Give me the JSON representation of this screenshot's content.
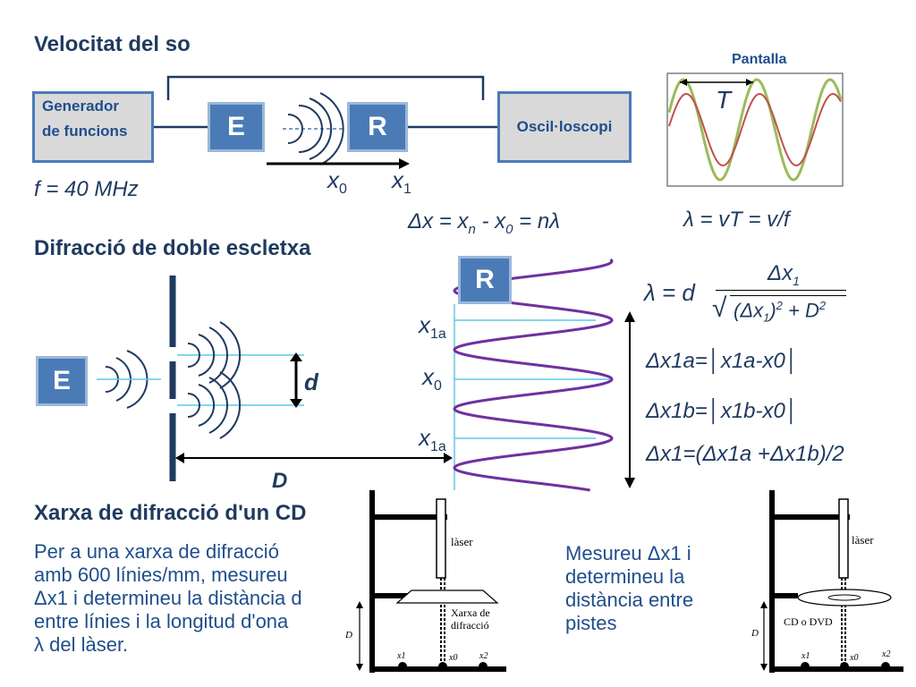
{
  "velocitat": {
    "title": "Velocitat del so",
    "generator_line1": "Generador",
    "generator_line2": "de funcions",
    "emitter": "E",
    "receiver": "R",
    "oscilloscope": "Oscil·loscopi",
    "frequency": "f = 40 MHz",
    "x0": "x",
    "x0_sub": "0",
    "x1": "x",
    "x1_sub": "1",
    "screen_label": "Pantalla",
    "period_label": "T",
    "wavelength_eq": "λ = vT = v/f",
    "delta_eq": "Δx = x",
    "delta_eq_n": "n",
    "delta_eq_rest": " - x",
    "delta_eq_0": "0",
    "delta_eq_end": " = nλ"
  },
  "difraccio": {
    "title": "Difracció de doble escletxa",
    "emitter": "E",
    "receiver": "R",
    "d_label": "d",
    "D_label": "D",
    "x1a_top": "x",
    "x1a_top_sub": "1a",
    "x0": "x",
    "x0_sub": "0",
    "x1a_bottom": "x",
    "x1a_bottom_sub": "1a",
    "formula_lambda": "λ = d",
    "formula_num": "Δx",
    "formula_num_sub": "1",
    "formula_den": "(Δx",
    "formula_den_sub": "1",
    "formula_den_rest": ")",
    "formula_den_exp": "2",
    "formula_den_plus": " + D",
    "formula_den_exp2": "2",
    "eq1": "Δx1a=│x1a-x0│",
    "eq2": "Δx1b=│x1b-x0│",
    "eq3": "Δx1=(Δx1a +Δx1b)/2"
  },
  "xarxa": {
    "title": "Xarxa de difracció d'un CD",
    "para_line1": "Per a una xarxa de difracció",
    "para_line2": "amb 600 línies/mm, mesureu",
    "para_line3": "Δx1 i determineu la distància d",
    "para_line4": "entre línies i la longitud d'ona",
    "para_line5": "λ del làser.",
    "laser1": "làser",
    "grating_line1": "Xarxa de",
    "grating_line2": "difracció",
    "D1": "D",
    "x1_a": "x1",
    "x0_a": "x0",
    "x2_a": "x2",
    "para2_line1": "Mesureu Δx1 i",
    "para2_line2": "determineu la",
    "para2_line3": "distància entre",
    "para2_line4": "pistes",
    "laser2": "làser",
    "cd_label": "CD o DVD",
    "D2": "D",
    "x1_b": "x1",
    "x0_b": "x0",
    "x2_b": "x2"
  },
  "colors": {
    "accent": "#4a7bb7",
    "text": "#1f3a5f",
    "wave_red": "#c0504d",
    "wave_green": "#9bbb59",
    "wave_purple": "#7030a0",
    "cyan": "#5fc8e8"
  }
}
